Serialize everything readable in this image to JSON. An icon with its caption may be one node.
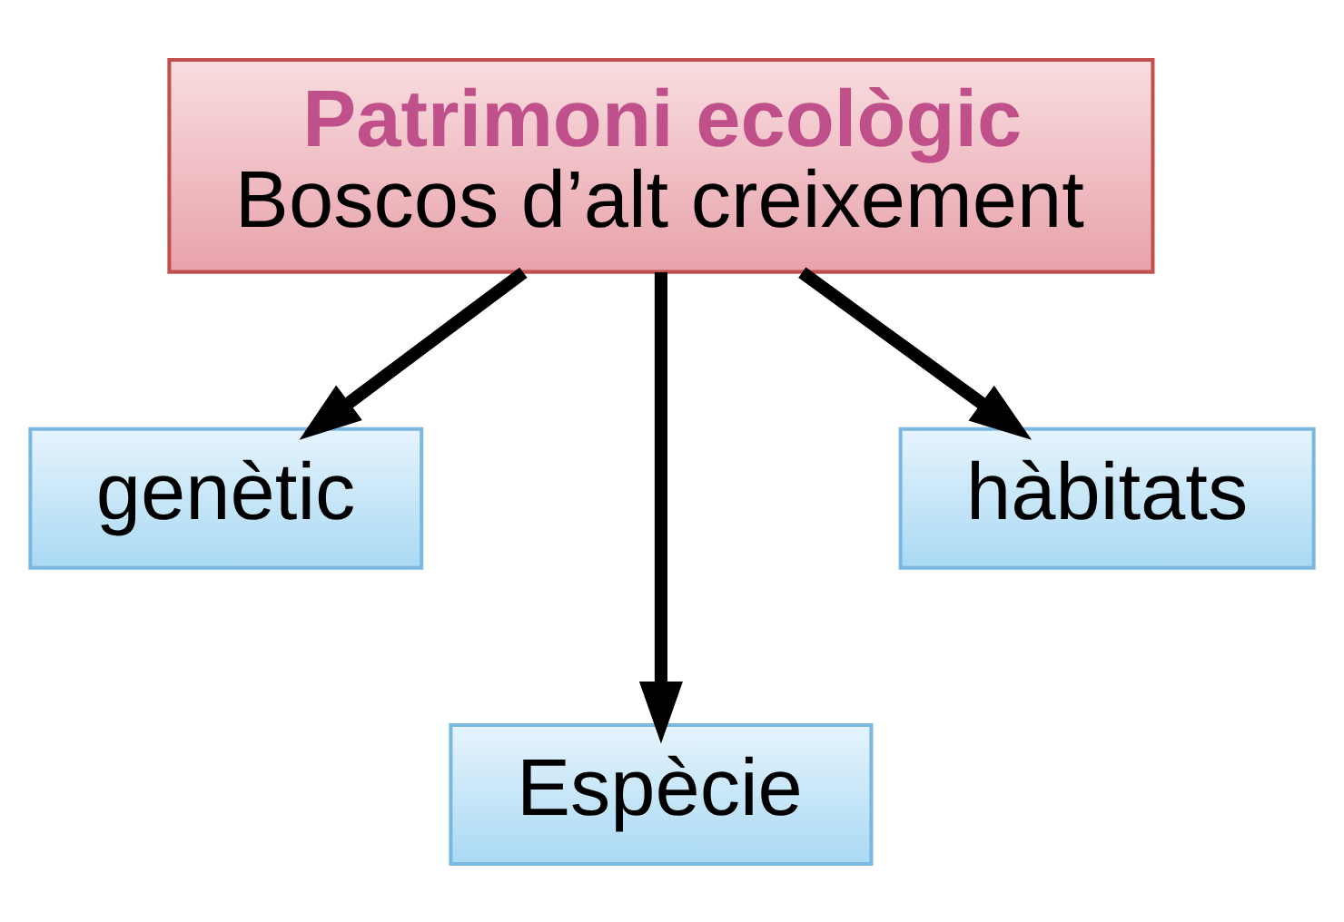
{
  "diagram": {
    "nodes": [
      {
        "text": [
          "Patrimoni ecològic",
          "Boscos d’alt creixement"
        ]
      },
      {
        "text": [
          "genètic"
        ]
      },
      {
        "text": [
          "hàbitats"
        ]
      },
      {
        "text": [
          "Espècie"
        ]
      }
    ],
    "edges": [
      {
        "from": 0,
        "to": 1,
        "arrow": "to"
      },
      {
        "from": 0,
        "to": 3,
        "arrow": "to"
      },
      {
        "from": 0,
        "to": 2,
        "arrow": "to"
      }
    ]
  }
}
